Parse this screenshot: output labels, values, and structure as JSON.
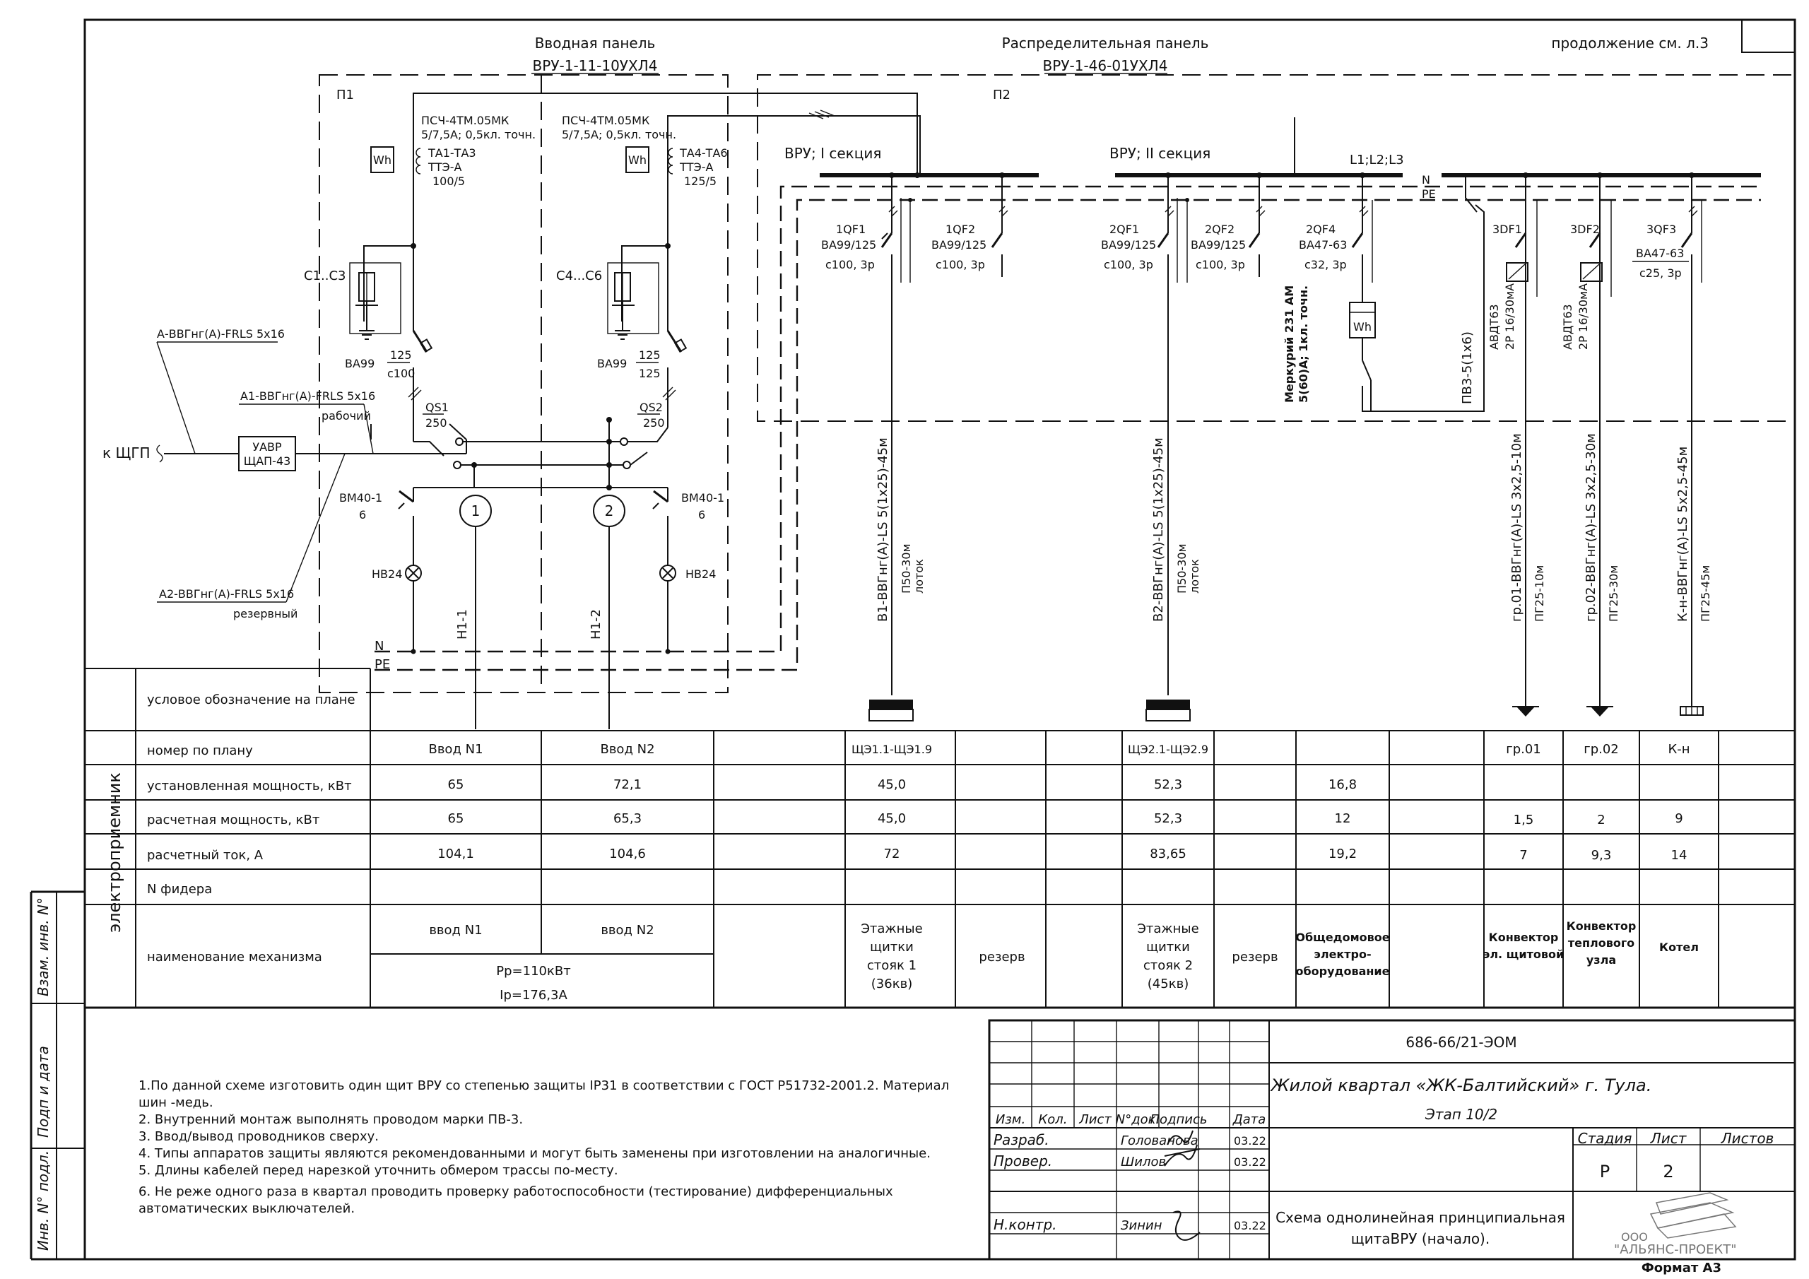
{
  "sidebar": {
    "inv_vzam": "Взам. инв. N°",
    "sign_date": "Подп и дата",
    "inv_orig": "Инв. N° подл."
  },
  "headers": {
    "input_panel": "Вводная панель",
    "input_panel_model": "ВРУ-1-11-10УХЛ4",
    "dist_panel": "Распределительная панель",
    "dist_panel_model": "ВРУ-1-46-01УХЛ4",
    "continuation": "продолжение см. л.3",
    "p1": "П1",
    "p2": "П2"
  },
  "symbols": {
    "wh": "Wh"
  },
  "input": {
    "feed_label": "к ЩГП",
    "avr_line1": "УАВР",
    "avr_line2": "ЩАП-43",
    "cable_a": "А-ВВГнг(А)-FRLS 5х16",
    "cable_a1": "А1-ВВГнг(А)-FRLS 5х16",
    "cable_a1_role": "рабочий",
    "cable_a2": "А2-ВВГнг(А)-FRLS 5х16",
    "cable_a2_role": "резервный",
    "meter1_model": "ПСЧ-4ТМ.05МК",
    "meter1_spec": "5/7,5А; 0,5кл. точн.",
    "ct1_label": "ТА1-ТА3",
    "ct1_type": "ТТЭ-А",
    "ct1_ratio": "100/5",
    "spd1_label": "С1..С3",
    "br1_type": "ВА99",
    "br1_rating": "125",
    "br1_curve": "с100",
    "qs1_label": "QS1",
    "qs1_rating": "250",
    "bm1_type": "ВМ40-1",
    "bm1_rating": "6",
    "lamp1_label": "НВ24",
    "marker1": "1",
    "cable_h1": "Н1-1",
    "meter2_model": "ПСЧ-4ТМ.05МК",
    "meter2_spec": "5/7,5А; 0,5кл. точн.",
    "ct2_label": "ТА4-ТА6",
    "ct2_type": "ТТЭ-А",
    "ct2_ratio": "125/5",
    "spd2_label": "С4...С6",
    "br2_type": "ВА99",
    "br2_rating": "125",
    "br2_curve": "125",
    "qs2_label": "QS2",
    "qs2_rating": "250",
    "bm2_type": "ВМ40-1",
    "bm2_rating": "6",
    "lamp2_label": "НВ24",
    "marker2": "2",
    "cable_h2": "Н1-2",
    "n_label": "N",
    "pe_label": "PE"
  },
  "distribution": {
    "section1": "ВРУ; I секция",
    "section2": "ВРУ; II секция",
    "phase_label": "L1;L2;L3",
    "n_bus": "N",
    "pe_bus": "PE",
    "qf1_1": {
      "label": "1QF1",
      "type": "ВА99/125",
      "rating": "с100, 3р"
    },
    "qf1_2": {
      "label": "1QF2",
      "type": "ВА99/125",
      "rating": "с100, 3р"
    },
    "qf2_1": {
      "label": "2QF1",
      "type": "ВА99/125",
      "rating": "с100, 3р"
    },
    "qf2_2": {
      "label": "2QF2",
      "type": "ВА99/125",
      "rating": "с100, 3р"
    },
    "qf2_4": {
      "label": "2QF4",
      "type": "ВА47-63",
      "rating": "с32, 3р"
    },
    "df3_1": {
      "label": "3DF1",
      "type": "АВДТ63",
      "rating": "2Р 16/30мА"
    },
    "df3_2": {
      "label": "3DF2",
      "type": "АВДТ63",
      "rating": "2Р 16/30мА"
    },
    "qf3_3": {
      "label": "3QF3",
      "type": "ВА47-63",
      "rating": "с25, 3р"
    },
    "meter3_model": "Меркурий 231 АМ",
    "meter3_spec": "5(60)А; 1кл. точн.",
    "pe_cable": "ПВ3-5(1х6)",
    "cable_b1": "В1-ВВГнг(А)-LS 5(1х25)-45м",
    "cable_b1_conduit": "П50-30м",
    "cable_b1_tray": "лоток",
    "cable_b2": "В2-ВВГнг(А)-LS 5(1х25)-45м",
    "cable_b2_conduit": "П50-30м",
    "cable_b2_tray": "лоток",
    "cable_gr01": "гр.01-ВВГнг(А)-LS 3х2,5-10м",
    "cable_gr01_conduit": "ПГ25-10м",
    "cable_gr02": "гр.02-ВВГнг(А)-LS 3х2,5-30м",
    "cable_gr02_conduit": "ПГ25-30м",
    "cable_kn": "К-н-ВВГнг(А)-LS 5х2,5-45м",
    "cable_kn_conduit": "ПГ25-45м"
  },
  "table": {
    "group_title": "электроприемник",
    "rows": [
      "условое обозначение на плане",
      "номер по плану",
      "установленная мощность, кВт",
      "расчетная мощность, кВт",
      "расчетный ток, А",
      "N фидера",
      "наименование механизма"
    ],
    "plan": [
      "Ввод N1",
      "Ввод N2",
      "ЩЭ1.1-ЩЭ1.9",
      "ЩЭ2.1-ЩЭ2.9",
      "гр.01",
      "гр.02",
      "К-н"
    ],
    "installed": [
      "65",
      "72,1",
      "45,0",
      "52,3",
      "16,8"
    ],
    "calc_power": [
      "65",
      "65,3",
      "45,0",
      "52,3",
      "12",
      "1,5",
      "2",
      "9"
    ],
    "current": [
      "104,1",
      "104,6",
      "72",
      "83,65",
      "19,2",
      "7",
      "9,3",
      "14"
    ],
    "mech": {
      "vvod1": "ввод N1",
      "vvod2": "ввод N2",
      "pr_total": "Рр=110кВт",
      "ir_total": "Iр=176,3А",
      "floor1": [
        "Этажные",
        "щитки",
        "стояк 1",
        "(36кв)"
      ],
      "floor2": [
        "Этажные",
        "щитки",
        "стояк 2",
        "(45кв)"
      ],
      "reserve": "резерв",
      "common": [
        "Общедомовое",
        "электро-",
        "оборудование"
      ],
      "gr01": [
        "Конвектор",
        "эл. щитовой"
      ],
      "gr02": [
        "Конвектор",
        "теплового",
        "узла"
      ],
      "kn": "Котел"
    }
  },
  "notes": [
    "1.По данной схеме изготовить один щит ВРУ со степенью защиты IP31 в соответствии с ГОСТ Р51732-2001.2. Материал",
    "шин -медь.",
    "2. Внутренний монтаж выполнять проводом марки ПВ-3.",
    "3. Ввод/вывод проводников сверху.",
    "4. Типы аппаратов защиты являются рекомендованными и могут быть заменены при изготовлении на  аналогичные.",
    "5. Длины кабелей перед нарезкой уточнить обмером трассы по-месту.",
    "6. Не реже одного раза в квартал проводить проверку работоспособности (тестирование) дифференциальных",
    "автоматических выключателей."
  ],
  "title_block": {
    "head": [
      "Изм.",
      "Кол.",
      "Лист",
      "N°док.",
      "Подпись",
      "Дата"
    ],
    "roles": [
      "Разраб.",
      "Провер.",
      "Н.контр."
    ],
    "names": [
      "Голованова",
      "Шилов",
      "Зинин"
    ],
    "dates": [
      "03.22",
      "03.22",
      "03.22"
    ],
    "doc_code": "686-66/21-ЭОМ",
    "project": "Жилой квартал «ЖК-Балтийский» г. Тула.",
    "phase": "Этап 10/2",
    "stage_head": "Стадия",
    "sheet_head": "Лист",
    "sheets_head": "Листов",
    "stage": "Р",
    "sheet": "2",
    "drawing_title": [
      "Схема однолинейная принципиальная",
      "щитаВРУ (начало)."
    ],
    "company_form": "ООО",
    "company": "\"АЛЬЯНС-ПРОЕКТ\"",
    "format": "Формат  А3"
  }
}
